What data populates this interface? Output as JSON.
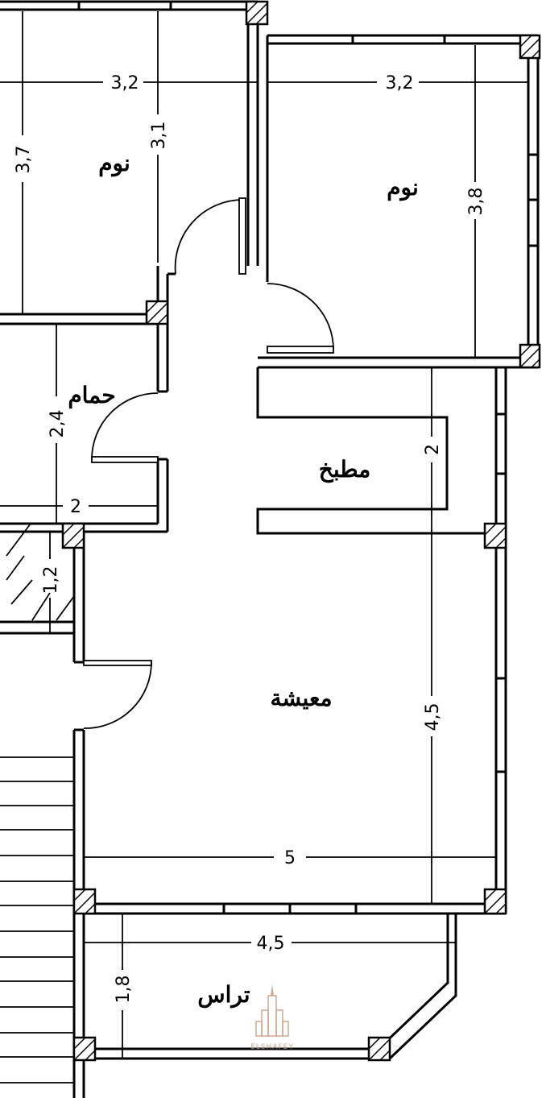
{
  "rooms": {
    "bedroom_left": "نوم",
    "bedroom_right": "نوم",
    "bathroom": "حمام",
    "kitchen": "مطبخ",
    "living": "معيشة",
    "terrace": "تراس"
  },
  "dimensions": {
    "bed_left_width": "3,2",
    "bed_left_height_outer": "3,7",
    "bed_left_height_inner": "3,1",
    "bed_right_width": "3,2",
    "bed_right_height": "3,8",
    "bath_height": "2,4",
    "bath_width": "2",
    "stair_landing": "1,2",
    "kitchen_depth": "2",
    "living_height": "4,5",
    "living_width": "5",
    "terrace_width": "4,5",
    "terrace_depth": "1,8"
  },
  "watermark": {
    "brand": "ELSHAFEY"
  }
}
